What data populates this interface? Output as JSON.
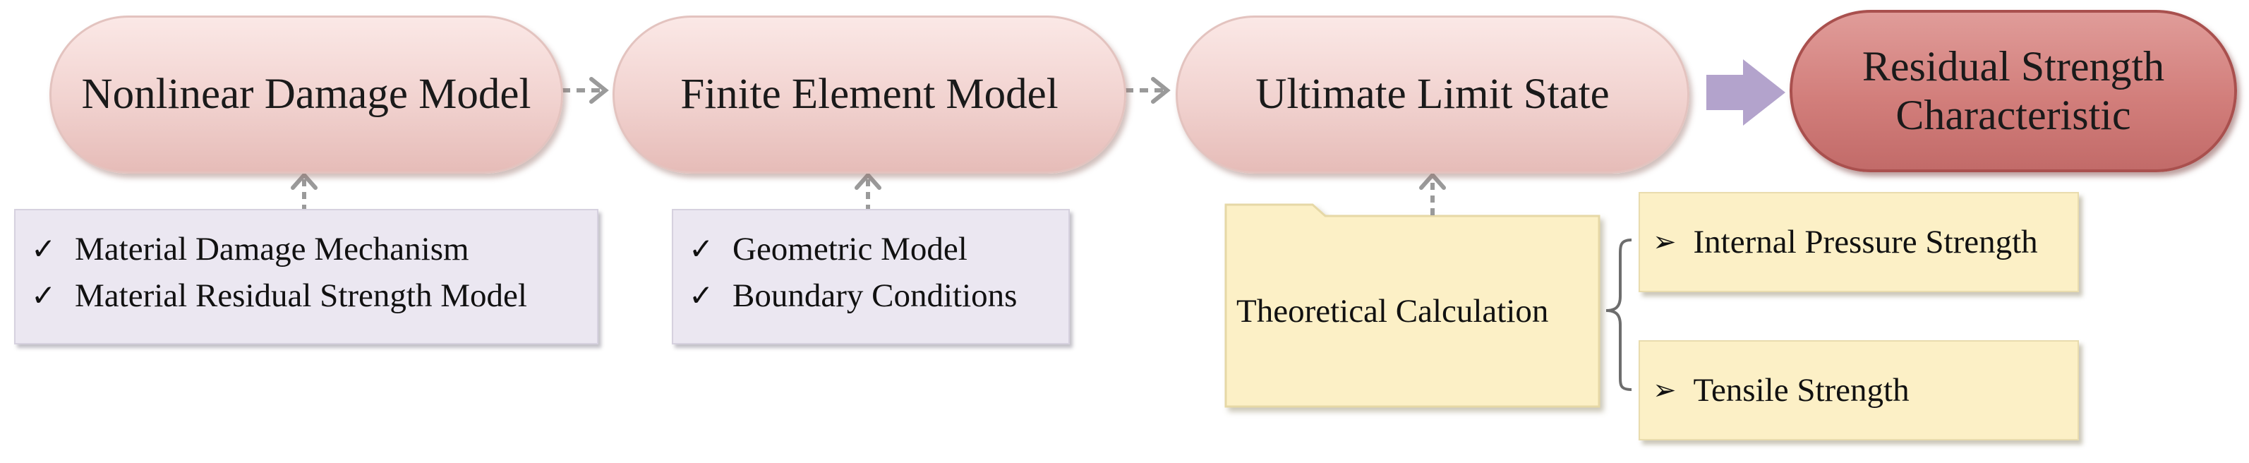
{
  "nodes": {
    "nonlinear": "Nonlinear Damage Model",
    "fem": "Finite Element Model",
    "uls": "Ultimate Limit State",
    "residual": "Residual Strength Characteristic"
  },
  "damage_box": {
    "items": [
      "Material Damage Mechanism",
      "Material Residual Strength Model"
    ]
  },
  "fem_box": {
    "items": [
      "Geometric Model",
      "Boundary Conditions"
    ]
  },
  "theory": {
    "label": "Theoretical Calculation",
    "items": [
      "Internal Pressure Strength",
      "Tensile Strength"
    ]
  },
  "glyphs": {
    "check": "✓",
    "arrow_bullet": "➢"
  },
  "colors": {
    "pill": "#f1d2cf",
    "final_pill": "#d27e7b",
    "lavender_box": "#ebe7f1",
    "yellow_box": "#fcf0c6",
    "big_arrow": "#b3a3cc",
    "dashed_connector": "#9a9a9a"
  }
}
